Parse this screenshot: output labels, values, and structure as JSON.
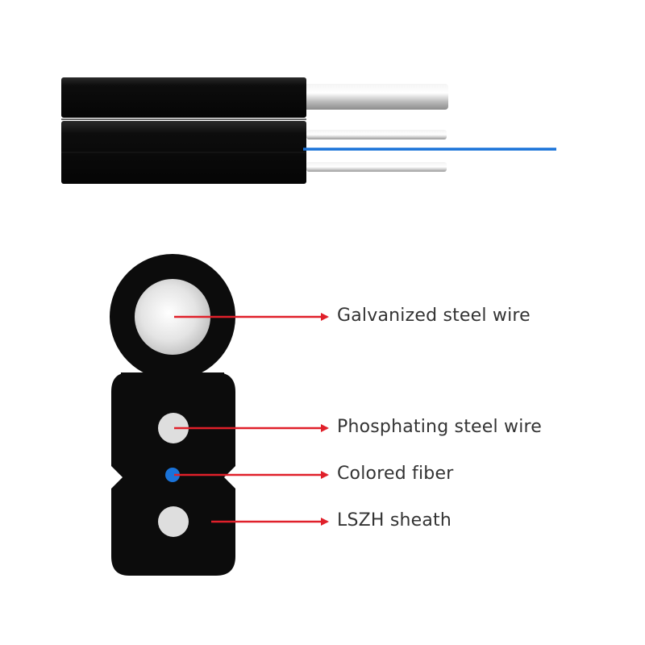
{
  "labels": {
    "galvanized": "Galvanized steel wire",
    "phosphating": "Phosphating steel wire",
    "fiber": "Colored fiber",
    "sheath": "LSZH sheath"
  },
  "colors": {
    "sheath": "#0c0c0c",
    "steel": "#d9d9d9",
    "fiber": "#1a73d9",
    "arrow": "#e0202a",
    "label_text": "#333333"
  }
}
